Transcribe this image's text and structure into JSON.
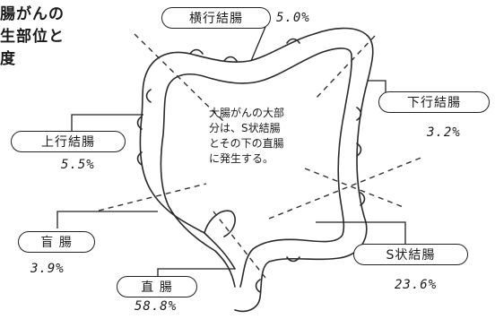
{
  "title_lines": [
    "腸がんの",
    "生部位と",
    "度"
  ],
  "note_lines": [
    "大腸がんの大部",
    "分は、S状結腸",
    "とその下の直腸",
    "に発生する。"
  ],
  "segments": [
    {
      "key": "transverse",
      "label": "横行結腸",
      "value": "5.0%"
    },
    {
      "key": "descending",
      "label": "下行結腸",
      "value": "3.2%"
    },
    {
      "key": "ascending",
      "label": "上行結腸",
      "value": "5.5%"
    },
    {
      "key": "cecum",
      "label": "盲 腸",
      "value": "3.9%"
    },
    {
      "key": "sigmoid",
      "label": "S状結腸",
      "value": "23.6%"
    },
    {
      "key": "rectum",
      "label": "直 腸",
      "value": "58.8%"
    }
  ]
}
